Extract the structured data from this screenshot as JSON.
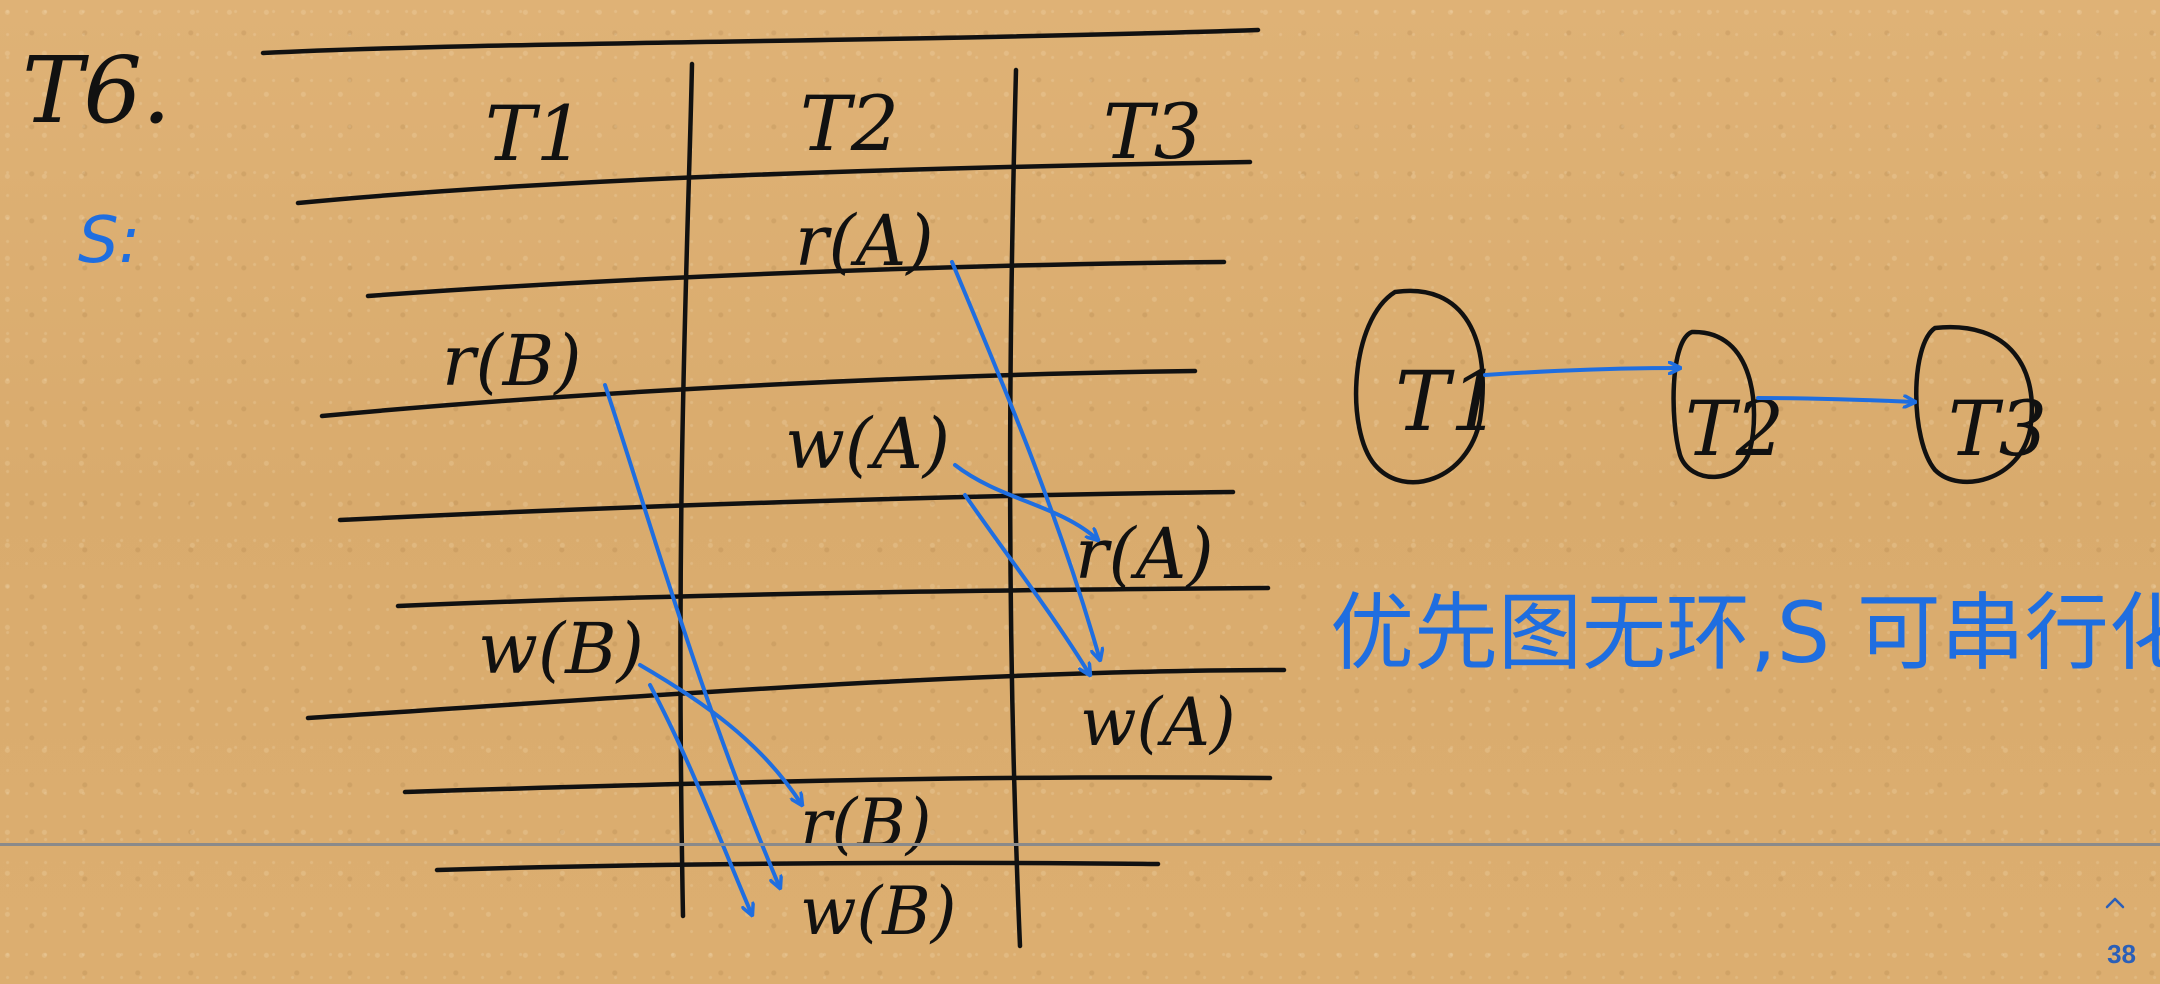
{
  "problem_label": "T6.",
  "schedule_label": "S:",
  "table": {
    "headers": [
      "T1",
      "T2",
      "T3"
    ],
    "operations": [
      {
        "col": 1,
        "text": "r(A)"
      },
      {
        "col": 0,
        "text": "r(B)"
      },
      {
        "col": 1,
        "text": "w(A)"
      },
      {
        "col": 2,
        "text": "r(A)"
      },
      {
        "col": 0,
        "text": "w(B)"
      },
      {
        "col": 2,
        "text": "w(A)"
      },
      {
        "col": 1,
        "text": "r(B)"
      },
      {
        "col": 1,
        "text": "w(B)"
      }
    ]
  },
  "precedence_graph": {
    "nodes": [
      "T1",
      "T2",
      "T3"
    ],
    "edges": [
      [
        "T1",
        "T2"
      ],
      [
        "T2",
        "T3"
      ]
    ]
  },
  "conclusion": "优先图无环,S 可串行化",
  "page_number": "38",
  "colors": {
    "ink": "#111111",
    "annotation": "#1f6ee0",
    "paper": "#dcae6f"
  }
}
